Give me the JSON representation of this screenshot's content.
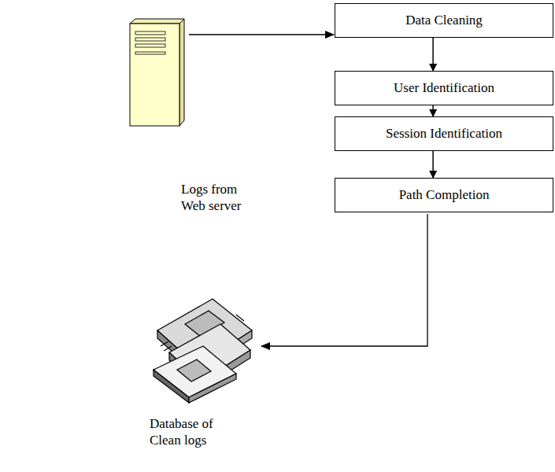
{
  "diagram": {
    "nodes": [
      {
        "text": [
          "Data Cleaning"
        ]
      },
      {
        "text": [
          "User Identification"
        ]
      },
      {
        "text": [
          "Session Identification"
        ]
      },
      {
        "text": [
          "Path Completion"
        ]
      }
    ],
    "edges": [
      {
        "from": 0,
        "to": 1,
        "arrow": "to"
      },
      {
        "from": 1,
        "to": 2,
        "arrow": "to"
      },
      {
        "from": 2,
        "to": 3,
        "arrow": "to"
      }
    ],
    "labels": [
      "Logs from Web server",
      "Database of Clean logs"
    ]
  }
}
